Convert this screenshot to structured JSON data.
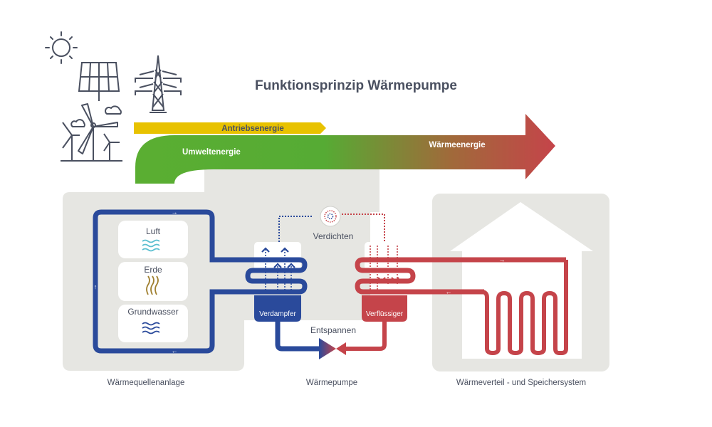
{
  "title": "Funktionsprinzip Wärmepumpe",
  "energy_flow": {
    "drive_energy": "Antriebsenergie",
    "ambient_energy": "Umweltenergie",
    "heat_energy": "Wärmeenergie"
  },
  "heat_sources": [
    {
      "label": "Luft",
      "icon": "air-waves-icon"
    },
    {
      "label": "Erde",
      "icon": "ground-heat-icon"
    },
    {
      "label": "Grundwasser",
      "icon": "water-waves-icon"
    }
  ],
  "heat_pump": {
    "evaporator": "Verdampfer",
    "condenser": "Verflüssiger",
    "compress": "Verdichten",
    "expand": "Entspannen"
  },
  "sections": {
    "source": "Wärmequellenanlage",
    "pump": "Wärmepumpe",
    "distribution": "Wärmeverteil - und Speichersystem"
  },
  "energy_sources_icons": [
    "sun-icon",
    "solar-panel-icon",
    "power-pylon-icon",
    "wind-turbines-icon",
    "cloud-icon"
  ],
  "colors": {
    "cold": "#2a4a9b",
    "hot": "#c5444a",
    "green": "#5aae32",
    "yellow": "#e8c200",
    "panel": "#e6e6e2",
    "text": "#4a5060"
  }
}
